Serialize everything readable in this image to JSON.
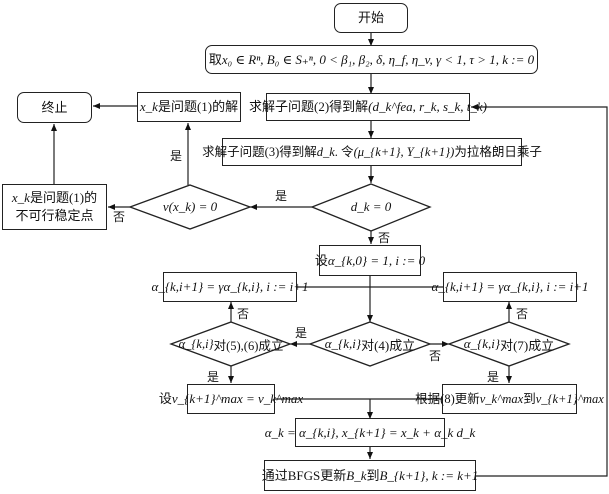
{
  "flowchart": {
    "start": "开始",
    "init": "取x₀∈Rⁿ, B₀∈S₊ⁿ, 0<β₁,β₂,δ,η_f,η_v,γ<1, τ>1, k:=0",
    "init_parts": {
      "prefix": "取",
      "math": "x₀ ∈ Rⁿ, B₀ ∈ S₊ⁿ, 0 < β₁, β₂, δ, η_f, η_v, γ < 1, τ > 1, k := 0"
    },
    "solve2": {
      "prefix": "求解子问题(2)得到解",
      "math": "(d_k^fea, r_k, s_k, t_k)"
    },
    "solve3": {
      "prefix": "求解子问题(3)得到解",
      "math1": "d_k",
      "mid": ". 令",
      "math2": "(μ_{k+1}, Y_{k+1})",
      "suffix": "为拉格朗日乘子"
    },
    "dk_zero": "d_k = 0",
    "v_zero": "v(x_k) = 0",
    "solution": {
      "math": "x_k",
      "text": "是问题(1)的解"
    },
    "terminate": "终止",
    "infeasible": {
      "math": "x_k",
      "line1": "是问题(1)的",
      "line2": "不可行稳定点"
    },
    "set_alpha": {
      "prefix": "设",
      "math": "α_{k,0} = 1, i := 0"
    },
    "cond4": {
      "math": "α_{k,i}",
      "text": "对(4)成立"
    },
    "cond56": {
      "math": "α_{k,i}",
      "text": "对(5),(6)成立"
    },
    "cond7": {
      "math": "α_{k,i}",
      "text": "对(7)成立"
    },
    "shrink_left": "α_{k,i+1} = γα_{k,i}, i := i+1",
    "shrink_right": "α_{k,i+1} = γα_{k,i}, i := i+1",
    "set_vmax": {
      "prefix": "设",
      "math": "v_{k+1}^max = v_k^max"
    },
    "update_vmax": {
      "prefix": "根据(8)更新",
      "math1": "v_k^max",
      "mid": "到",
      "math2": "v_{k+1}^max"
    },
    "step": "α_k = α_{k,i}, x_{k+1} = x_k + α_k d_k",
    "bfgs": {
      "prefix": "通过BFGS更新",
      "math1": "B_k",
      "mid": "到",
      "math2": "B_{k+1}",
      "suffix": ", k := k+1"
    }
  },
  "edge_labels": {
    "yes": "是",
    "no": "否"
  }
}
